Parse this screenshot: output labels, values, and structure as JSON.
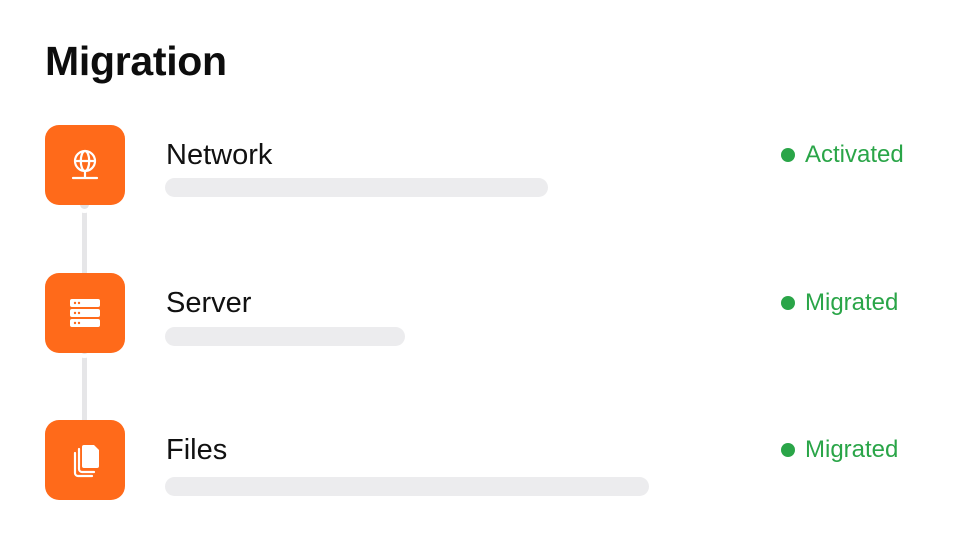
{
  "page": {
    "title": "Migration"
  },
  "colors": {
    "accent": "#ff6a1a",
    "status_green": "#2aa548",
    "track_gray": "#ececee"
  },
  "steps": [
    {
      "label": "Network",
      "icon": "globe-network-icon",
      "status": "Activated"
    },
    {
      "label": "Server",
      "icon": "server-rack-icon",
      "status": "Migrated"
    },
    {
      "label": "Files",
      "icon": "files-copy-icon",
      "status": "Migrated"
    }
  ]
}
